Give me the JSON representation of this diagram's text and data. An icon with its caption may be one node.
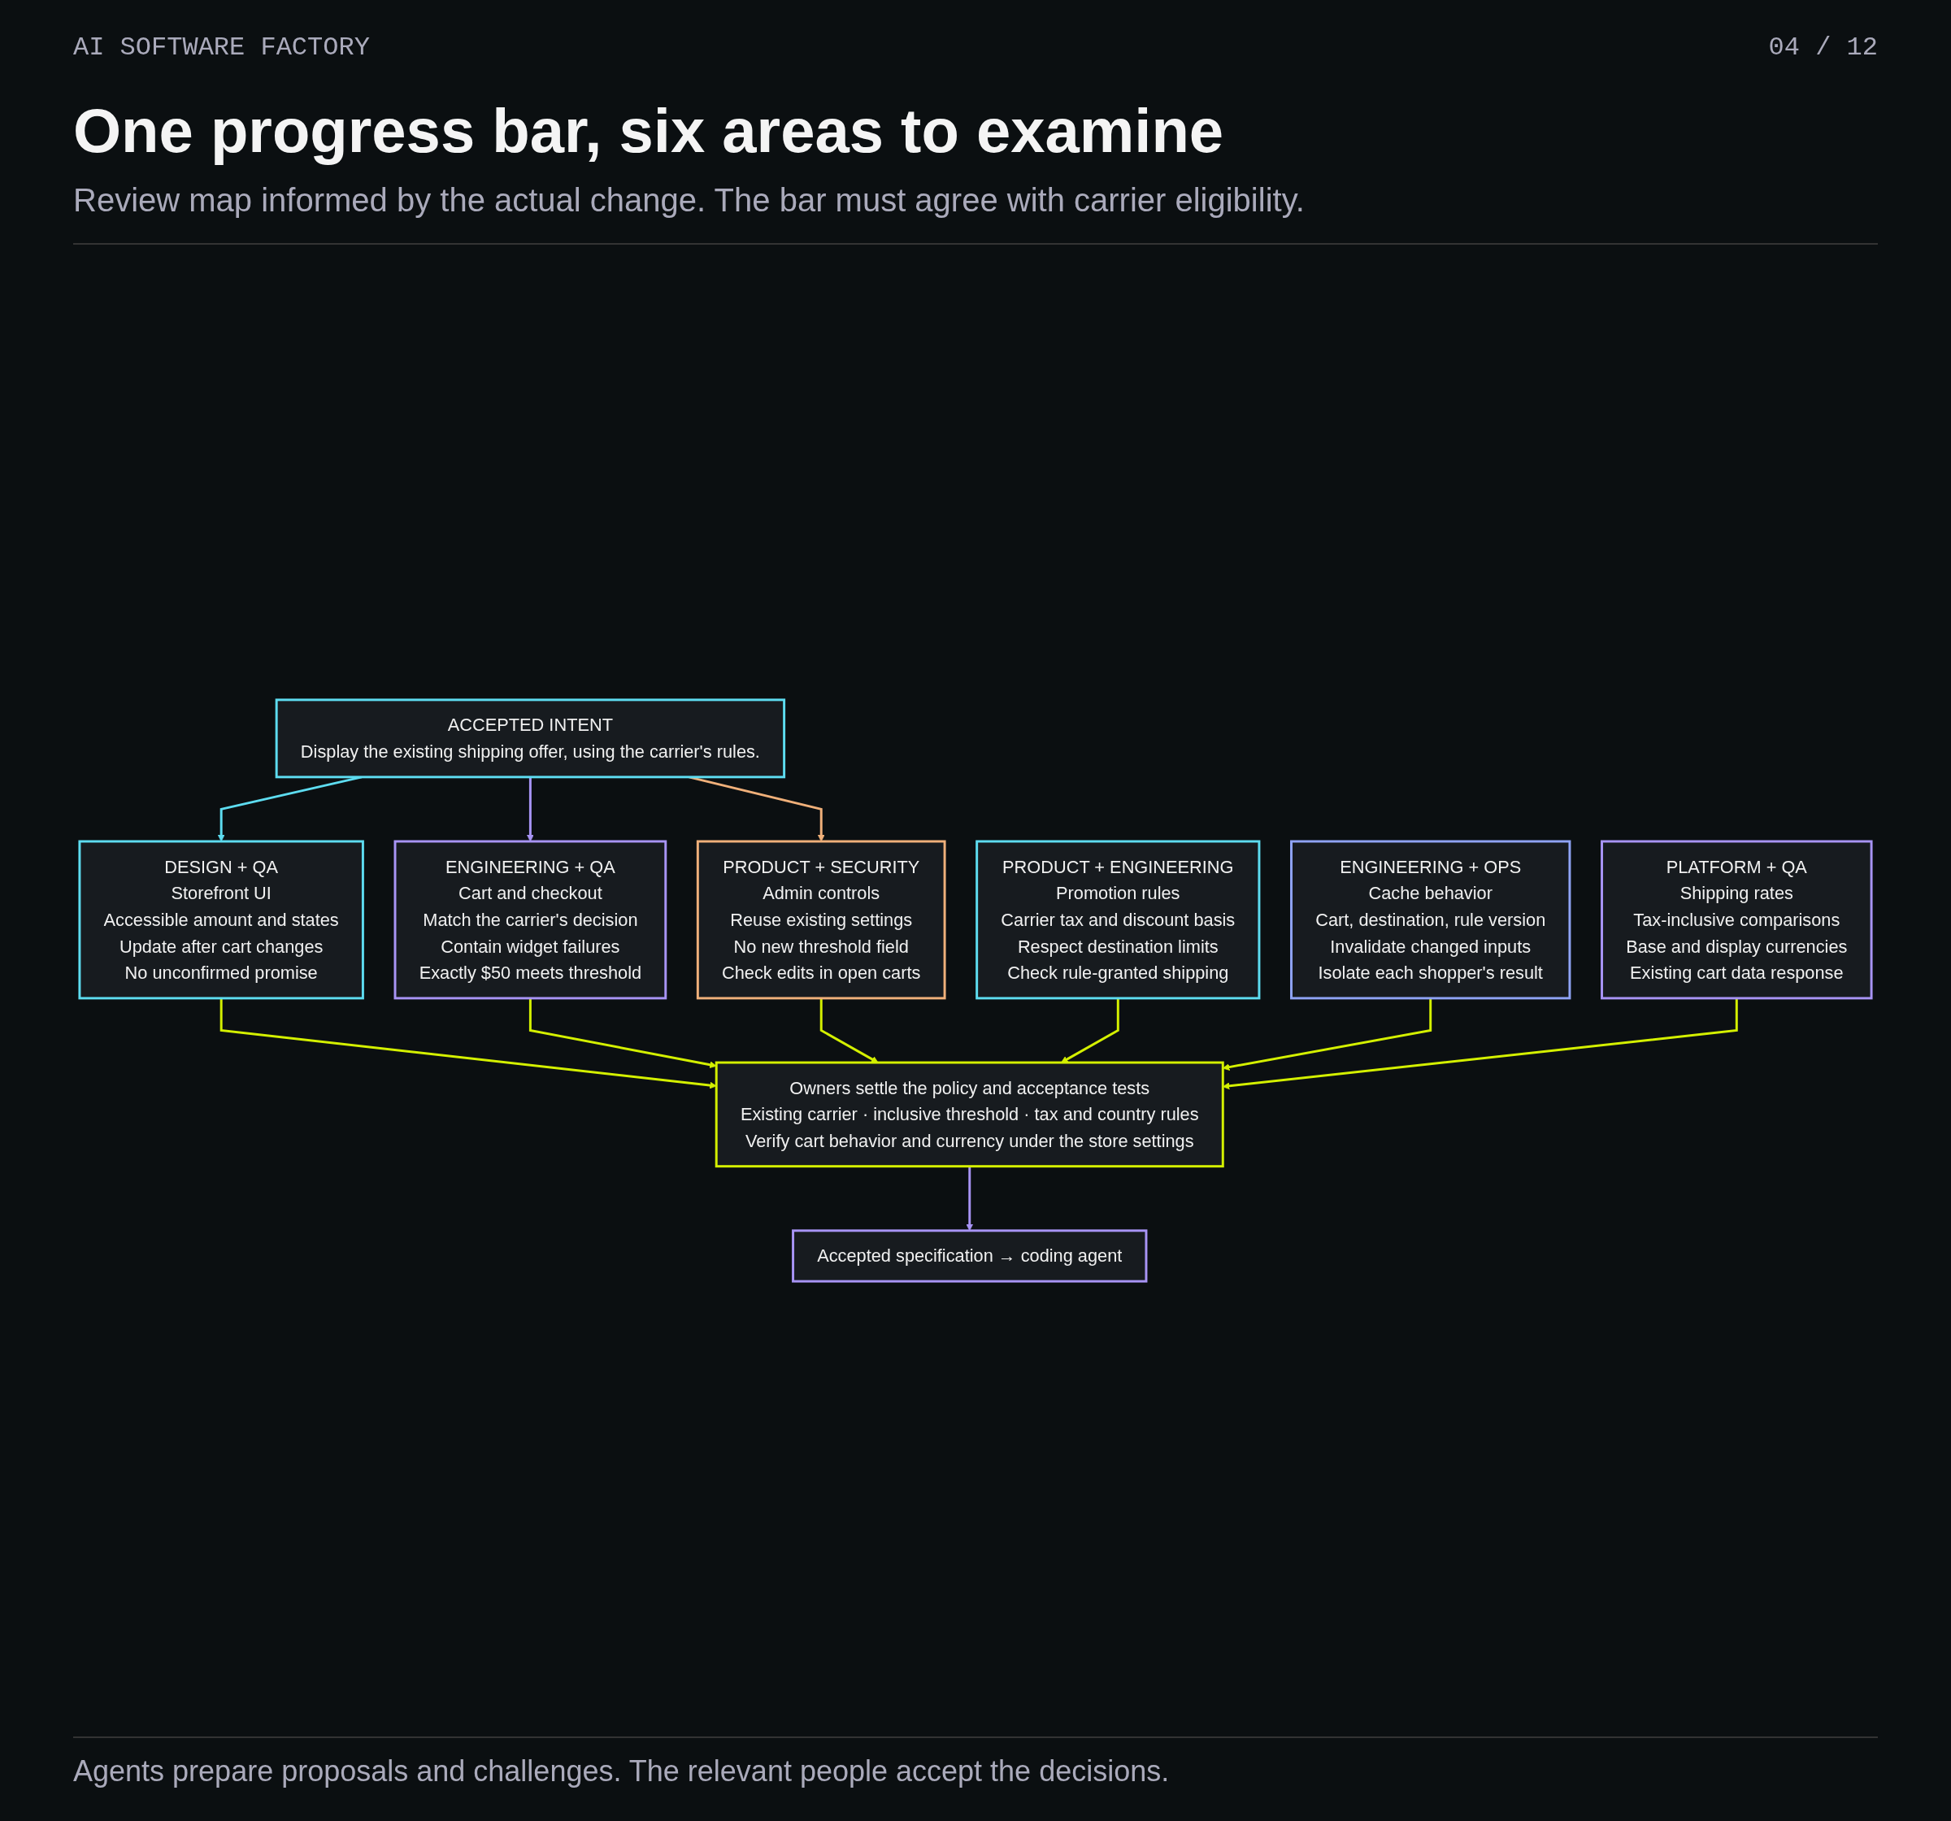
{
  "diagram": {
    "title": "One progress bar, six areas to examine",
    "caption": "Agents prepare proposals and challenges. The relevant people accept the decisions.",
    "nodes": [
      {
        "text": [
          "ACCEPTED INTENT",
          "Display the existing shipping offer, using the carrier's rules."
        ]
      },
      {
        "text": [
          "DESIGN + QA",
          "Storefront UI",
          "Accessible amount and states",
          "Update after cart changes",
          "No unconfirmed promise"
        ]
      },
      {
        "text": [
          "ENGINEERING + QA",
          "Cart and checkout",
          "Match the carrier's decision",
          "Contain widget failures",
          "Exactly $50 meets threshold"
        ]
      },
      {
        "text": [
          "PRODUCT + SECURITY",
          "Admin controls",
          "Reuse existing settings",
          "No new threshold field",
          "Check edits in open carts"
        ]
      },
      {
        "text": [
          "PRODUCT + ENGINEERING",
          "Promotion rules",
          "Carrier tax and discount basis",
          "Respect destination limits",
          "Check rule-granted shipping"
        ]
      },
      {
        "text": [
          "ENGINEERING + OPS",
          "Cache behavior",
          "Cart, destination, rule version",
          "Invalidate changed inputs",
          "Isolate each shopper's result"
        ]
      },
      {
        "text": [
          "PLATFORM + QA",
          "Shipping rates",
          "Tax-inclusive comparisons",
          "Base and display currencies",
          "Existing cart data response"
        ]
      },
      {
        "text": [
          "Owners settle the policy and acceptance tests",
          "Existing carrier · inclusive threshold · tax and country rules",
          "Verify cart behavior and currency under the store settings"
        ]
      },
      {
        "text": [
          "Accepted specification → coding agent"
        ]
      }
    ],
    "edges": [
      {
        "from": 0,
        "to": 1,
        "arrow": "to",
        "color": "#5ddcf0"
      },
      {
        "from": 0,
        "to": 2,
        "arrow": "to",
        "color": "#a894f5"
      },
      {
        "from": 0,
        "to": 3,
        "arrow": "to",
        "color": "#f0b07a"
      },
      {
        "from": 1,
        "to": 7,
        "arrow": "to"
      },
      {
        "from": 2,
        "to": 7,
        "arrow": "to"
      },
      {
        "from": 3,
        "to": 7,
        "arrow": "to"
      },
      {
        "from": 4,
        "to": 7,
        "arrow": "to"
      },
      {
        "from": 5,
        "to": 7,
        "arrow": "to"
      },
      {
        "from": 6,
        "to": 7,
        "arrow": "to"
      },
      {
        "from": 7,
        "to": 8,
        "arrow": "to",
        "color": "#a894f5"
      }
    ],
    "labels": [
      "AI SOFTWARE FACTORY",
      "04 / 12",
      "Review map informed by the actual change. The bar must agree with carrier eligibility."
    ]
  }
}
